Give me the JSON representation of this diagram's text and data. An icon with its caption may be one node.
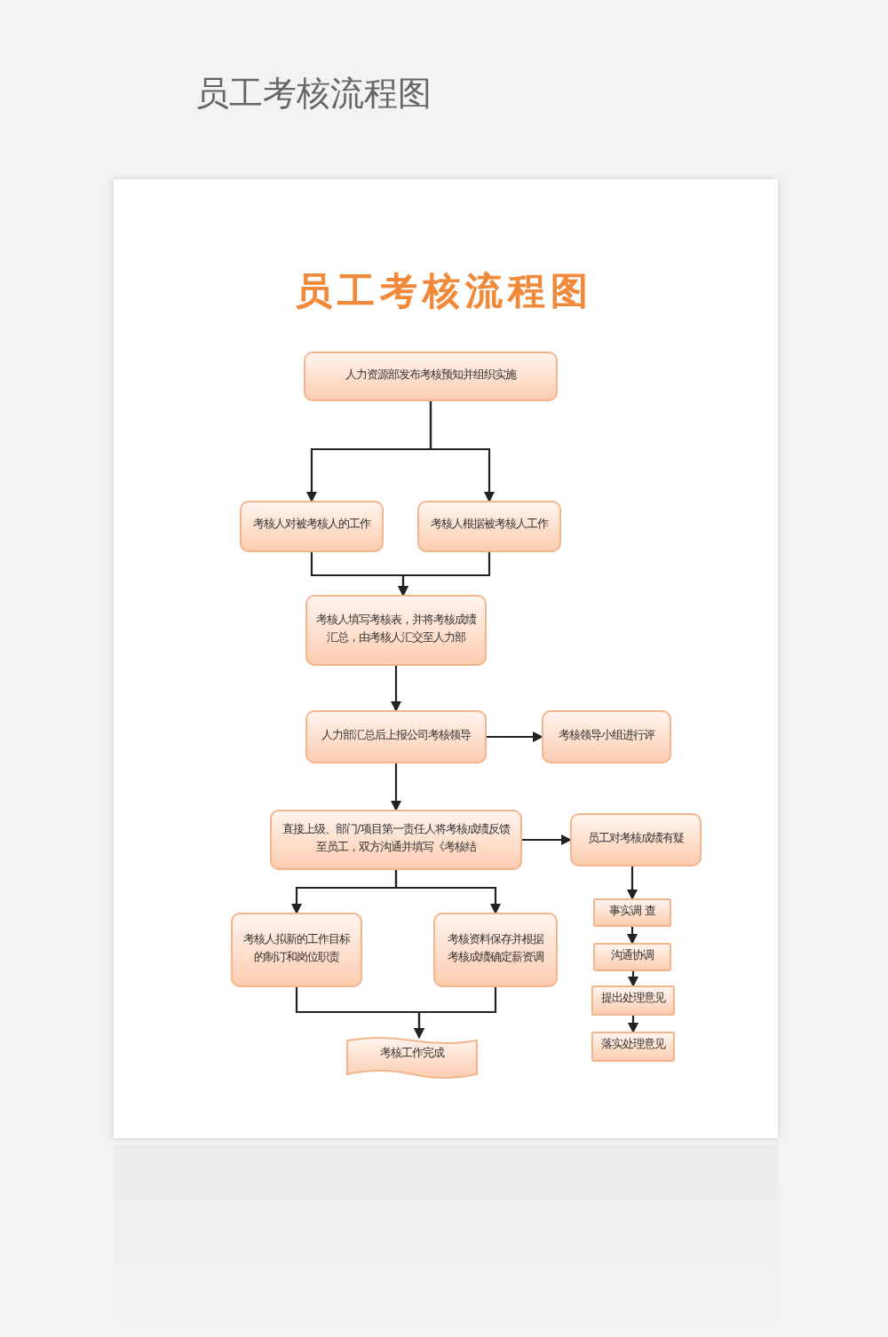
{
  "diagram": {
    "title": "员工考核流程图",
    "nodes": [
      {
        "text": [
          "人力资源部发布考核预知并组织实施"
        ]
      },
      {
        "text": [
          "考核人对被考核人的工作"
        ]
      },
      {
        "text": [
          "考核人根据被考核人工作"
        ]
      },
      {
        "text": [
          "考核人填写考核表，并将考核成绩汇总，由考核人汇交至人力部"
        ]
      },
      {
        "text": [
          "人力部汇总后上报公司考核领导"
        ]
      },
      {
        "text": [
          "考核领导小组进行评"
        ]
      },
      {
        "text": [
          "直接上级、部门/项目第一责任人将考核成绩反馈至员工，双方沟通并填写《考核结"
        ]
      },
      {
        "text": [
          "员工对考核成绩有疑"
        ]
      },
      {
        "text": [
          "考核人拟新的工作目标的制订和岗位职责"
        ]
      },
      {
        "text": [
          "考核资料保存并根据考核成绩确定薪资调"
        ]
      },
      {
        "text": [
          "考核工作完成"
        ]
      },
      {
        "text": [
          "事实调 查"
        ]
      },
      {
        "text": [
          "沟通协调"
        ]
      },
      {
        "text": [
          "提出处理意见"
        ]
      },
      {
        "text": [
          "落实处理意见"
        ]
      }
    ],
    "edges": [
      {
        "from": 0,
        "to": 1,
        "arrow": "to"
      },
      {
        "from": 0,
        "to": 2,
        "arrow": "to"
      },
      {
        "from": 1,
        "to": 3,
        "arrow": "to"
      },
      {
        "from": 2,
        "to": 3,
        "arrow": "to"
      },
      {
        "from": 3,
        "to": 4,
        "arrow": "to"
      },
      {
        "from": 4,
        "to": 5,
        "arrow": "to"
      },
      {
        "from": 4,
        "to": 6,
        "arrow": "to"
      },
      {
        "from": 6,
        "to": 7,
        "arrow": "to"
      },
      {
        "from": 6,
        "to": 8,
        "arrow": "to"
      },
      {
        "from": 6,
        "to": 9,
        "arrow": "to"
      },
      {
        "from": 8,
        "to": 10,
        "arrow": "to"
      },
      {
        "from": 9,
        "to": 10,
        "arrow": "to"
      },
      {
        "from": 7,
        "to": 11,
        "arrow": "to"
      },
      {
        "from": 11,
        "to": 12,
        "arrow": "to"
      },
      {
        "from": 12,
        "to": 13,
        "arrow": "to"
      },
      {
        "from": 13,
        "to": 14,
        "arrow": "to"
      }
    ],
    "labels": [
      "员工考核流程图"
    ]
  }
}
